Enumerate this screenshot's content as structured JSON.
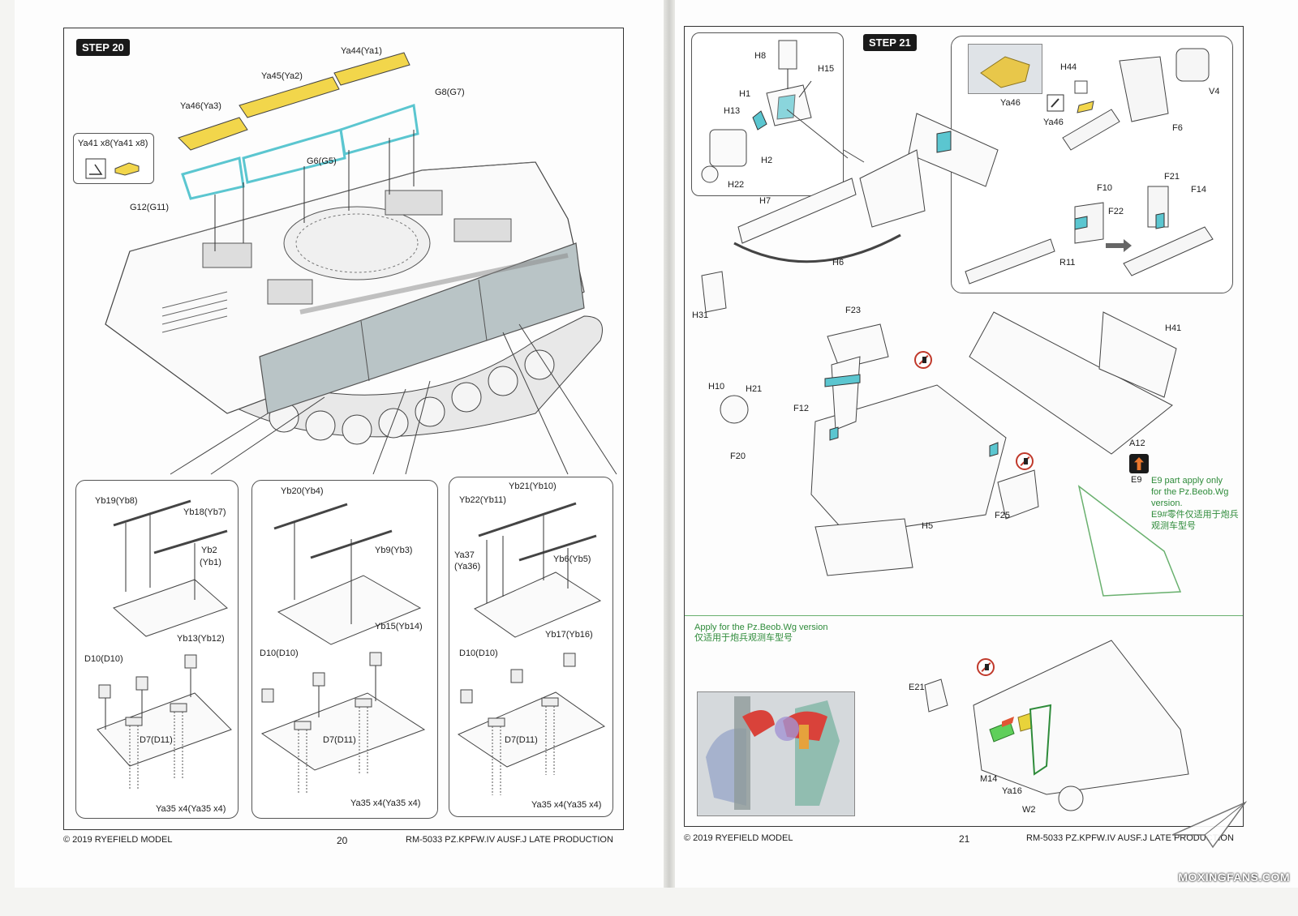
{
  "left_page": {
    "step": "STEP 20",
    "labels": {
      "ya44": "Ya44(Ya1)",
      "ya45": "Ya45(Ya2)",
      "ya46": "Ya46(Ya3)",
      "g8": "G8(G7)",
      "ya41": "Ya41 x8(Ya41 x8)",
      "g6": "G6(G5)",
      "g12": "G12(G11)"
    },
    "panel1": {
      "yb19": "Yb19(Yb8)",
      "yb18": "Yb18(Yb7)",
      "yb2a": "Yb2",
      "yb2b": "(Yb1)",
      "yb13": "Yb13(Yb12)",
      "d10": "D10(D10)",
      "d7": "D7(D11)",
      "ya35": "Ya35 x4(Ya35 x4)"
    },
    "panel2": {
      "yb20": "Yb20(Yb4)",
      "yb9": "Yb9(Yb3)",
      "yb15": "Yb15(Yb14)",
      "d10": "D10(D10)",
      "d7": "D7(D11)",
      "ya35": "Ya35 x4(Ya35 x4)"
    },
    "panel3": {
      "yb21": "Yb21(Yb10)",
      "yb22": "Yb22(Yb11)",
      "ya37a": "Ya37",
      "ya37b": "(Ya36)",
      "yb6": "Yb6(Yb5)",
      "yb17": "Yb17(Yb16)",
      "d10": "D10(D10)",
      "d7": "D7(D11)",
      "ya35": "Ya35 x4(Ya35 x4)"
    },
    "footer": {
      "copyright": "© 2019 RYEFIELD MODEL",
      "page": "20",
      "product": "RM-5033 PZ.KPFW.IV AUSF.J LATE PRODUCTION"
    }
  },
  "right_page": {
    "step": "STEP 21",
    "labels": {
      "h8": "H8",
      "h15": "H15",
      "h1": "H1",
      "h13": "H13",
      "h2": "H2",
      "h22": "H22",
      "h7": "H7",
      "h6": "H6",
      "h31": "H31",
      "h44": "H44",
      "ya46a": "Ya46",
      "ya46b": "Ya46",
      "v4": "V4",
      "f6": "F6",
      "f10": "F10",
      "f22": "F22",
      "f21": "F21",
      "f14": "F14",
      "r11": "R11",
      "f23": "F23",
      "h41": "H41",
      "h10": "H10",
      "h21": "H21",
      "f12": "F12",
      "f20": "F20",
      "a12": "A12",
      "e9": "E9",
      "h5": "H5",
      "f25": "F25",
      "e21": "E21",
      "m14": "M14",
      "ya16": "Ya16",
      "w2": "W2"
    },
    "e9_note": [
      "E9 part apply only",
      "for the Pz.Beob.Wg",
      "version.",
      "E9#零件仅适用于炮兵",
      "观测车型号"
    ],
    "apply_note": [
      "Apply for the Pz.Beob.Wg version",
      "仅适用于炮兵观测车型号"
    ],
    "footer": {
      "copyright": "© 2019 RYEFIELD MODEL",
      "page": "21",
      "product": "RM-5033 PZ.KPFW.IV AUSF.J LATE PRODUCTION"
    },
    "watermark": "MOXINGFANS.COM"
  },
  "colors": {
    "highlight_yellow": "#f2d64b",
    "highlight_cyan": "#5bc6d0",
    "note_green": "#2e8b3a",
    "armor_gray": "#b9c4c6"
  }
}
